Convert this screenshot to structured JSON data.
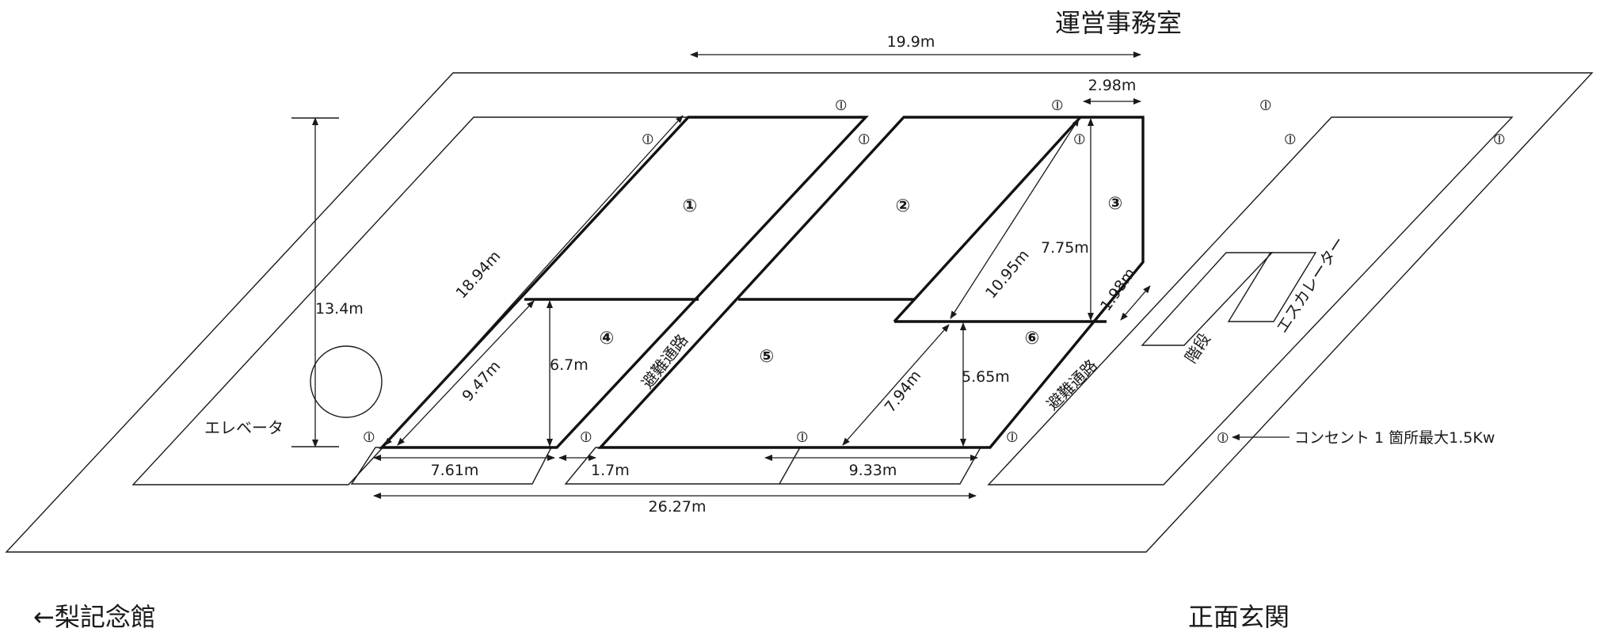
{
  "places": {
    "office": "運営事務室",
    "left_building": "←梨記念館",
    "entrance": "正面玄関"
  },
  "features": {
    "elevator": "エレベータ",
    "stairs": "階段",
    "escalator": "エスカレーター",
    "evacuation_route_1": "避難通路",
    "evacuation_route_2": "避難通路"
  },
  "booths": [
    "①",
    "②",
    "③",
    "④",
    "⑤",
    "⑥"
  ],
  "outlet": {
    "symbol": "⦶",
    "note": "コンセント 1 箇所最大1.5Kw"
  },
  "dimensions": {
    "top_width": "19.9m",
    "booth3_width": "2.98m",
    "elevator_height": "13.4m",
    "left_diagonal": "18.94m",
    "booth4_diagonal": "9.47m",
    "booth4_height": "6.7m",
    "booth3_height": "7.75m",
    "mid_diagonal": "10.95m",
    "aisle_right": "1.98m",
    "booth6_diagonal": "7.94m",
    "booth6_height": "5.65m",
    "booth4_width": "7.61m",
    "aisle_left": "1.7m",
    "booth6_width": "9.33m",
    "total_width": "26.27m"
  }
}
